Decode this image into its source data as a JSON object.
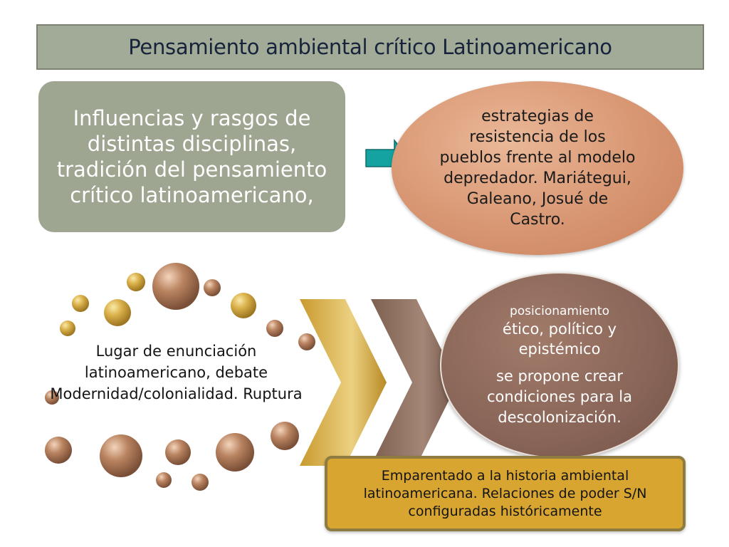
{
  "title": "Pensamiento ambiental crítico Latinoamericano",
  "influences": "Influencias y rasgos de distintas disciplinas, tradición del pensamiento crítico latinoamericano,",
  "strategies": "estrategias de resistencia de los pueblos frente al modelo depredador. Mariátegui, Galeano, Josué de Castro.",
  "enunciation": "Lugar de enunciación latinoamericano, debate Modernidad/colonialidad. Ruptura",
  "positioning": {
    "line1": "posicionamiento",
    "line2": "ético, político y epistémico",
    "line3": "se propone crear condiciones para la descolonización."
  },
  "relations": "Emparentado a la historia ambiental latinoamericana. Relaciones de poder S/N configuradas históricamente",
  "colors": {
    "title_bg": "#a1ab98",
    "influences_bg": "#9ea591",
    "arrow": "#14a3a0",
    "peach": "#d89672",
    "gold": "#d6a93a",
    "brown": "#886558",
    "bubble_gold": "#d9b049",
    "bubble_brown": "#a97a5c"
  },
  "icons": [
    "arrow-right-icon",
    "chevron-gold-icon",
    "chevron-brown-icon",
    "bubble-decoration"
  ]
}
